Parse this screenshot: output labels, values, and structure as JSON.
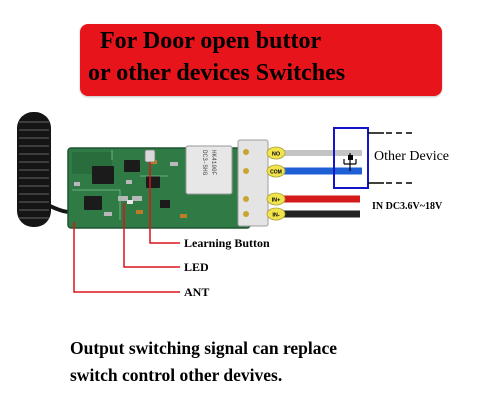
{
  "banner": {
    "line1": "For Door open buttor",
    "line2": "or other devices Switches"
  },
  "terminals": {
    "no": "NO",
    "com": "COM",
    "in_plus": "IN+",
    "in_minus": "IN-"
  },
  "labels": {
    "other_device": "Other Device",
    "power_input": "IN DC3.6V~18V",
    "learning_button": "Learning Button",
    "led": "LED",
    "ant": "ANT"
  },
  "relay_print": {
    "line1": "HK4100F",
    "line2": "DC3-SHG"
  },
  "footer": {
    "line1": "Output switching signal can replace",
    "line2": "switch control other devives."
  },
  "colors": {
    "banner": "#e8141b",
    "callout": "#d9141b",
    "board": "#2f7a45",
    "wire_blue": "#1f5fd6",
    "wire_red": "#d41a1a",
    "wire_black": "#222222",
    "switch_frame": "#1515c8"
  }
}
